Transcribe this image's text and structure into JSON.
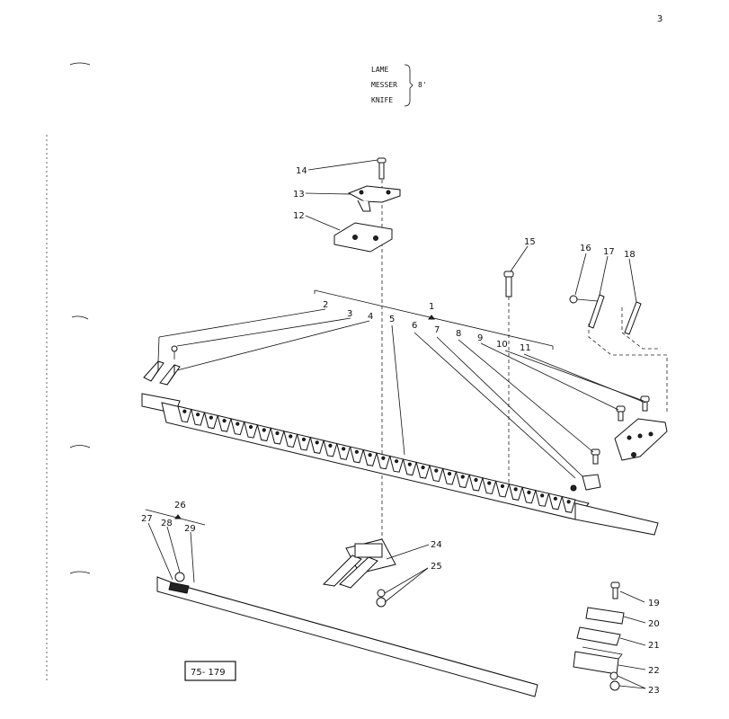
{
  "page_number": "3",
  "title_block": {
    "names": [
      "LAME",
      "MESSER",
      "KNIFE"
    ],
    "size": "8'"
  },
  "figure_code": "75- 179",
  "callouts": [
    "1",
    "2",
    "3",
    "4",
    "5",
    "6",
    "7",
    "8",
    "9",
    "10",
    "11",
    "12",
    "13",
    "14",
    "15",
    "16",
    "17",
    "18",
    "19",
    "20",
    "21",
    "22",
    "23",
    "24",
    "25",
    "26",
    "27",
    "28",
    "29"
  ]
}
